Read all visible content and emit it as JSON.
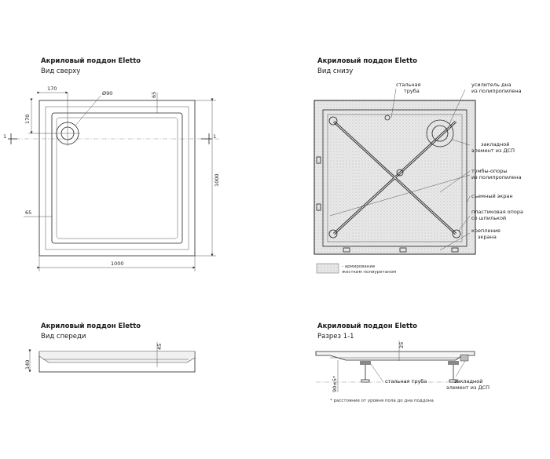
{
  "views": {
    "top": {
      "title": "Акриловый поддон Eletto",
      "subtitle": "Вид сверху"
    },
    "bottom": {
      "title": "Акриловый поддон Eletto",
      "subtitle": "Вид снизу"
    },
    "front": {
      "title": "Акриловый поддон Eletto",
      "subtitle": "Вид спереди"
    },
    "section": {
      "title": "Акриловый поддон Eletto",
      "subtitle": "Разрез 1-1"
    }
  },
  "dims_top": {
    "d170_h": "170",
    "d90": "Ø90",
    "d65_v": "65",
    "d170_v": "170",
    "sec1_left": "1",
    "sec1_right": "1",
    "d65_h": "65",
    "d1000_h": "1000",
    "d1000_v": "1000"
  },
  "dims_front": {
    "d140": "140",
    "d45": "45"
  },
  "dims_section": {
    "d25": "25",
    "d90": "90±5*",
    "note": "* расстояние от уровня пола до дна поддона"
  },
  "callouts": [
    {
      "lines": [
        "стальная",
        "труба"
      ]
    },
    {
      "lines": [
        "усилитель дна",
        "из полипропилена"
      ]
    },
    {
      "lines": [
        "закладной",
        "элемент из ДСП"
      ]
    },
    {
      "lines": [
        "тумбы-опоры",
        "из полипропилена"
      ]
    },
    {
      "lines": [
        "съемный экран"
      ]
    },
    {
      "lines": [
        "пластиковая опора",
        "со шпилькой"
      ]
    },
    {
      "lines": [
        "крепление",
        "экрана"
      ]
    }
  ],
  "legend": {
    "lines": [
      "- армирование",
      "жестким полиуретаном"
    ]
  },
  "section_callouts": {
    "pipe": "стальная труба",
    "insert": [
      "закладной",
      "элемент из ДСП"
    ]
  }
}
